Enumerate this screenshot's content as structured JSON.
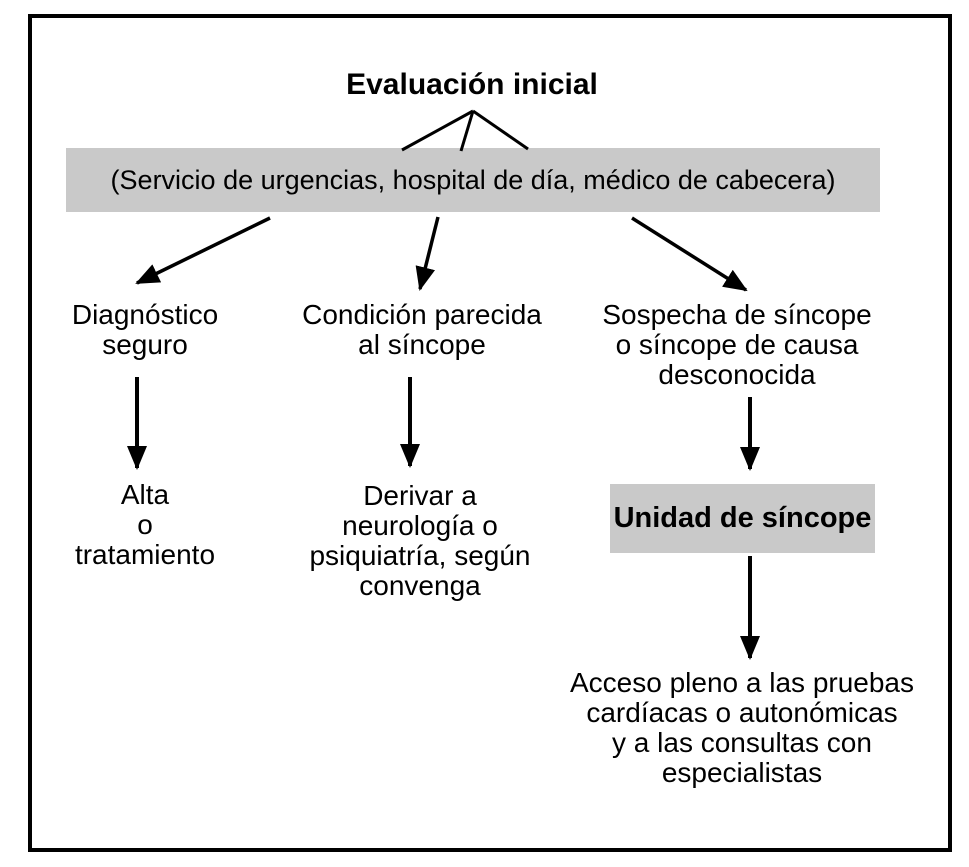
{
  "diagram": {
    "title": "Evaluación inicial",
    "source_box": "(Servicio de urgencias, hospital de día, médico de cabecera)",
    "branches": [
      {
        "label": "Diagnóstico\nseguro",
        "outcome": "Alta\no\ntratamiento"
      },
      {
        "label": "Condición parecida\nal síncope",
        "outcome": "Derivar a\nneurología o\npsiquiatría, según\nconvenga"
      },
      {
        "label": "Sospecha de síncope\no síncope de causa\ndesconocida",
        "unit_box": "Unidad de síncope",
        "outcome": "Acceso pleno a las pruebas\ncardíacas o autonómicas\ny a las consultas con\nespecialistas"
      }
    ],
    "colors": {
      "box_gray": "#c9c9c9",
      "line_black": "#000000",
      "background": "#ffffff"
    }
  }
}
